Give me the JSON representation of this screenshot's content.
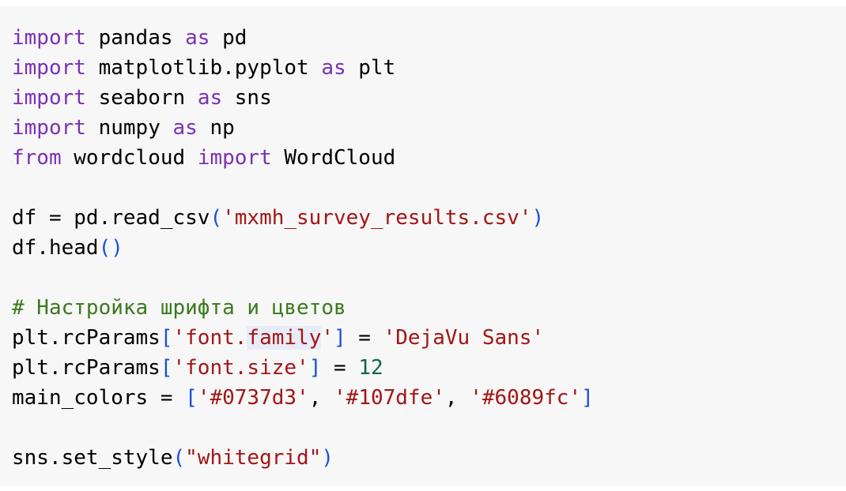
{
  "lines": [
    {
      "tokens": [
        {
          "text": "import",
          "cls": "kw"
        },
        {
          "text": " pandas ",
          "cls": ""
        },
        {
          "text": "as",
          "cls": "kw"
        },
        {
          "text": " pd",
          "cls": ""
        }
      ]
    },
    {
      "tokens": [
        {
          "text": "import",
          "cls": "kw"
        },
        {
          "text": " matplotlib.pyplot ",
          "cls": ""
        },
        {
          "text": "as",
          "cls": "kw"
        },
        {
          "text": " plt",
          "cls": ""
        }
      ]
    },
    {
      "tokens": [
        {
          "text": "import",
          "cls": "kw"
        },
        {
          "text": " seaborn ",
          "cls": ""
        },
        {
          "text": "as",
          "cls": "kw"
        },
        {
          "text": " sns",
          "cls": ""
        }
      ]
    },
    {
      "tokens": [
        {
          "text": "import",
          "cls": "kw"
        },
        {
          "text": " numpy ",
          "cls": ""
        },
        {
          "text": "as",
          "cls": "kw"
        },
        {
          "text": " np",
          "cls": ""
        }
      ]
    },
    {
      "tokens": [
        {
          "text": "from",
          "cls": "kw"
        },
        {
          "text": " wordcloud ",
          "cls": ""
        },
        {
          "text": "import",
          "cls": "kw"
        },
        {
          "text": " WordCloud",
          "cls": ""
        }
      ]
    },
    {
      "tokens": []
    },
    {
      "tokens": [
        {
          "text": "df = pd.read_csv",
          "cls": ""
        },
        {
          "text": "(",
          "cls": "br1"
        },
        {
          "text": "'mxmh_survey_results.csv'",
          "cls": "str"
        },
        {
          "text": ")",
          "cls": "br1"
        }
      ]
    },
    {
      "tokens": [
        {
          "text": "df.head",
          "cls": ""
        },
        {
          "text": "()",
          "cls": "br1"
        }
      ]
    },
    {
      "tokens": []
    },
    {
      "tokens": [
        {
          "text": "# Настройка шрифта и цветов",
          "cls": "comment"
        }
      ]
    },
    {
      "tokens": [
        {
          "text": "plt.rcParams",
          "cls": ""
        },
        {
          "text": "[",
          "cls": "br1"
        },
        {
          "text": "'font.",
          "cls": "str"
        },
        {
          "text": "family",
          "cls": "str sel"
        },
        {
          "text": "'",
          "cls": "str"
        },
        {
          "text": "]",
          "cls": "br1"
        },
        {
          "text": " = ",
          "cls": ""
        },
        {
          "text": "'DejaVu Sans'",
          "cls": "str"
        }
      ]
    },
    {
      "tokens": [
        {
          "text": "plt.rcParams",
          "cls": ""
        },
        {
          "text": "[",
          "cls": "br1"
        },
        {
          "text": "'font.size'",
          "cls": "str"
        },
        {
          "text": "]",
          "cls": "br1"
        },
        {
          "text": " = ",
          "cls": ""
        },
        {
          "text": "12",
          "cls": "num"
        }
      ]
    },
    {
      "tokens": [
        {
          "text": "main_colors = ",
          "cls": ""
        },
        {
          "text": "[",
          "cls": "br1"
        },
        {
          "text": "'#0737d3'",
          "cls": "str"
        },
        {
          "text": ", ",
          "cls": ""
        },
        {
          "text": "'#107dfe'",
          "cls": "str"
        },
        {
          "text": ", ",
          "cls": ""
        },
        {
          "text": "'#6089fc'",
          "cls": "str"
        },
        {
          "text": "]",
          "cls": "br1"
        }
      ]
    },
    {
      "tokens": []
    },
    {
      "tokens": [
        {
          "text": "sns.set_style",
          "cls": ""
        },
        {
          "text": "(",
          "cls": "br1"
        },
        {
          "text": "\"whitegrid\"",
          "cls": "str"
        },
        {
          "text": ")",
          "cls": "br1"
        }
      ]
    }
  ]
}
